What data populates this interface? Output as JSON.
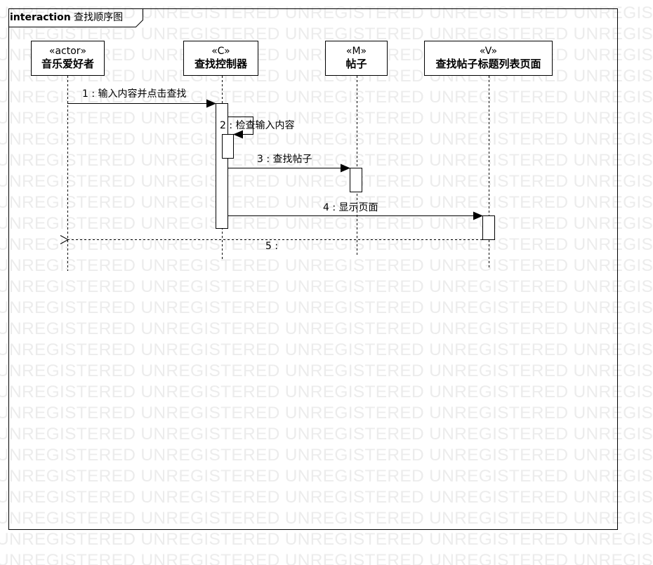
{
  "frame": {
    "keyword": "interaction",
    "name": "查找顺序图"
  },
  "watermark": "UNREGISTERED",
  "lifelines": [
    {
      "stereotype": "«actor»",
      "name": "音乐爱好者"
    },
    {
      "stereotype": "«C»",
      "name": "查找控制器"
    },
    {
      "stereotype": "«M»",
      "name": "帖子"
    },
    {
      "stereotype": "«V»",
      "name": "查找帖子标题列表页面"
    }
  ],
  "messages": [
    {
      "label": "1 : 输入内容并点击查找",
      "from": "音乐爱好者",
      "to": "查找控制器",
      "kind": "sync"
    },
    {
      "label": "2 : 检查输入内容",
      "from": "查找控制器",
      "to": "查找控制器",
      "kind": "self"
    },
    {
      "label": "3 : 查找帖子",
      "from": "查找控制器",
      "to": "帖子",
      "kind": "sync"
    },
    {
      "label": "4 : 显示页面",
      "from": "查找控制器",
      "to": "查找帖子标题列表页面",
      "kind": "sync"
    },
    {
      "label": "5 :",
      "from": "查找帖子标题列表页面",
      "to": "音乐爱好者",
      "kind": "return"
    }
  ]
}
